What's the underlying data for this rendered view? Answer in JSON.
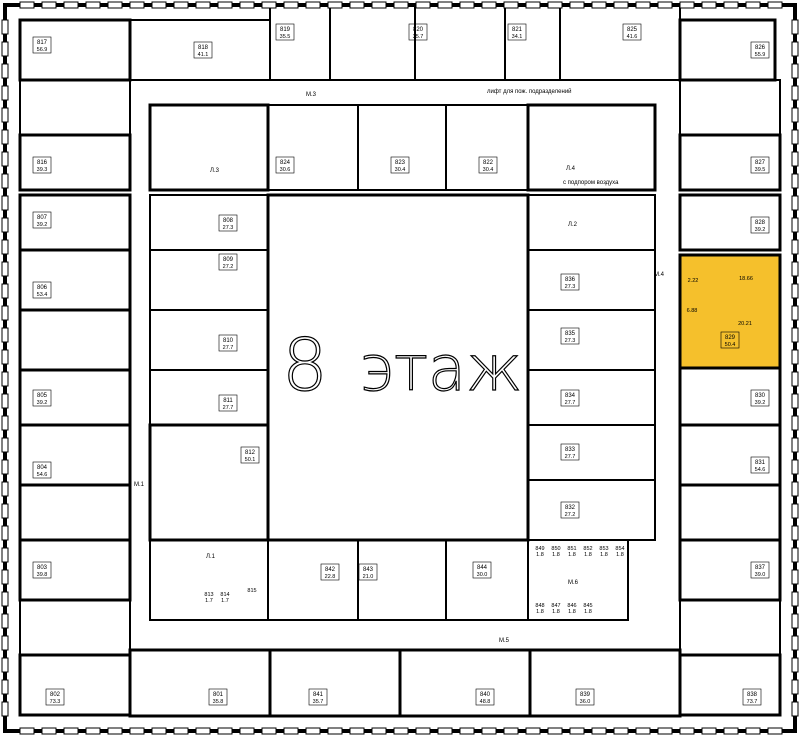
{
  "floor_title": {
    "number": "8",
    "word": "этаж"
  },
  "highlight_color": "#f5c02c",
  "highlighted_apartment": "829",
  "labels": {
    "fire_lift": "лифт для пож. подразделений",
    "air_pressure": "с подпором воздуха",
    "stairs": [
      "Л.1",
      "Л.2",
      "Л.3",
      "Л.4"
    ],
    "corridors": [
      "М.1",
      "М.3",
      "М.4",
      "М.5",
      "М.6"
    ]
  },
  "apartments": [
    {
      "num": "817",
      "area": "56.9"
    },
    {
      "num": "818",
      "area": "41.1"
    },
    {
      "num": "819",
      "area": "35.5"
    },
    {
      "num": "820",
      "area": "35.7"
    },
    {
      "num": "821",
      "area": "34.1"
    },
    {
      "num": "825",
      "area": "41.6"
    },
    {
      "num": "826",
      "area": "55.9"
    },
    {
      "num": "816",
      "area": "39.3"
    },
    {
      "num": "824",
      "area": "30.6"
    },
    {
      "num": "823",
      "area": "30.4"
    },
    {
      "num": "822",
      "area": "30.4"
    },
    {
      "num": "827",
      "area": "39.5"
    },
    {
      "num": "807",
      "area": "39.2"
    },
    {
      "num": "828",
      "area": "39.2"
    },
    {
      "num": "806",
      "area": "53.4"
    },
    {
      "num": "808",
      "area": "27.3"
    },
    {
      "num": "809",
      "area": "27.2"
    },
    {
      "num": "836",
      "area": "27.3"
    },
    {
      "num": "829",
      "area": "50.4"
    },
    {
      "num": "810",
      "area": "27.7"
    },
    {
      "num": "835",
      "area": "27.3"
    },
    {
      "num": "805",
      "area": "39.2"
    },
    {
      "num": "811",
      "area": "27.7"
    },
    {
      "num": "834",
      "area": "27.7"
    },
    {
      "num": "830",
      "area": "39.2"
    },
    {
      "num": "804",
      "area": "54.6"
    },
    {
      "num": "812",
      "area": "50.1"
    },
    {
      "num": "833",
      "area": "27.7"
    },
    {
      "num": "831",
      "area": "54.6"
    },
    {
      "num": "832",
      "area": "27.2"
    },
    {
      "num": "803",
      "area": "39.8"
    },
    {
      "num": "842",
      "area": "22.8"
    },
    {
      "num": "843",
      "area": "21.0"
    },
    {
      "num": "844",
      "area": "30.0"
    },
    {
      "num": "837",
      "area": "39.0"
    },
    {
      "num": "802",
      "area": "73.3"
    },
    {
      "num": "801",
      "area": "35.8"
    },
    {
      "num": "841",
      "area": "35.7"
    },
    {
      "num": "840",
      "area": "48.8"
    },
    {
      "num": "839",
      "area": "36.0"
    },
    {
      "num": "838",
      "area": "73.7"
    }
  ],
  "storage_units": [
    {
      "num": "813",
      "area": "1.7"
    },
    {
      "num": "814",
      "area": "1.7"
    },
    {
      "num": "815",
      "area": ""
    },
    {
      "num": "849",
      "area": "1.8"
    },
    {
      "num": "850",
      "area": "1.8"
    },
    {
      "num": "851",
      "area": "1.8"
    },
    {
      "num": "852",
      "area": "1.8"
    },
    {
      "num": "853",
      "area": "1.8"
    },
    {
      "num": "854",
      "area": "1.8"
    },
    {
      "num": "848",
      "area": "1.8"
    },
    {
      "num": "847",
      "area": "1.8"
    },
    {
      "num": "846",
      "area": "1.8"
    },
    {
      "num": "845",
      "area": "1.8"
    }
  ],
  "highlight_rooms": [
    "18.66",
    "2.22",
    "6.88",
    "20.21"
  ]
}
